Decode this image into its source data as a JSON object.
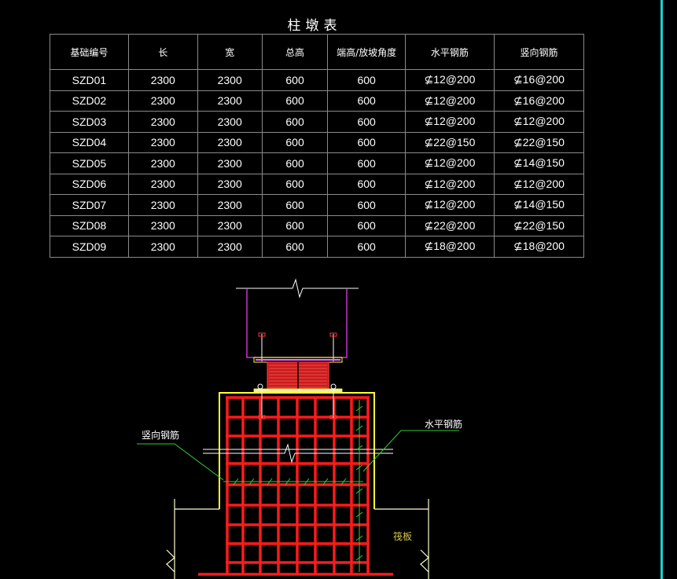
{
  "table": {
    "title": "柱墩表",
    "headers": [
      "基础编号",
      "长",
      "宽",
      "总高",
      "端高/放坡角度",
      "水平钢筋",
      "竖向钢筋"
    ],
    "rows": [
      [
        "SZD01",
        "2300",
        "2300",
        "600",
        "600",
        "⊈12@200",
        "⊈16@200"
      ],
      [
        "SZD02",
        "2300",
        "2300",
        "600",
        "600",
        "⊈12@200",
        "⊈16@200"
      ],
      [
        "SZD03",
        "2300",
        "2300",
        "600",
        "600",
        "⊈12@200",
        "⊈12@200"
      ],
      [
        "SZD04",
        "2300",
        "2300",
        "600",
        "600",
        "⊈22@150",
        "⊈22@150"
      ],
      [
        "SZD05",
        "2300",
        "2300",
        "600",
        "600",
        "⊈12@200",
        "⊈14@150"
      ],
      [
        "SZD06",
        "2300",
        "2300",
        "600",
        "600",
        "⊈12@200",
        "⊈12@200"
      ],
      [
        "SZD07",
        "2300",
        "2300",
        "600",
        "600",
        "⊈12@200",
        "⊈14@150"
      ],
      [
        "SZD08",
        "2300",
        "2300",
        "600",
        "600",
        "⊈22@200",
        "⊈22@150"
      ],
      [
        "SZD09",
        "2300",
        "2300",
        "600",
        "600",
        "⊈18@200",
        "⊈18@200"
      ]
    ]
  },
  "drawing": {
    "label_vertical": "竖向钢筋",
    "label_horizontal": "水平钢筋",
    "label_slab": "筏板"
  },
  "colors": {
    "rebar": "#ff1a1a",
    "outline": "#ffff33",
    "column": "#cc33cc",
    "leader": "#33cc33",
    "slab": "#ffffcc",
    "edge": "#19d3d3"
  }
}
